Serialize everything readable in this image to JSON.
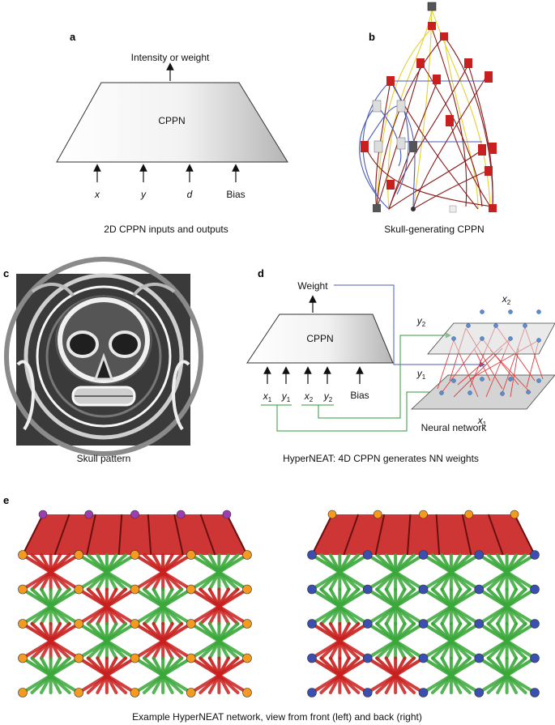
{
  "panel_a": {
    "letter": "a",
    "output_label": "Intensity or weight",
    "box_label": "CPPN",
    "inputs": [
      "x",
      "y",
      "d",
      "Bias"
    ],
    "caption": "2D CPPN inputs and outputs"
  },
  "panel_b": {
    "letter": "b",
    "caption": "Skull-generating CPPN"
  },
  "panel_c": {
    "letter": "c",
    "caption": "Skull pattern"
  },
  "panel_d": {
    "letter": "d",
    "output_label": "Weight",
    "box_label": "CPPN",
    "inputs": [
      {
        "base": "x",
        "sub": "1"
      },
      {
        "base": "y",
        "sub": "1"
      },
      {
        "base": "x",
        "sub": "2"
      },
      {
        "base": "y",
        "sub": "2"
      }
    ],
    "bias_label": "Bias",
    "layer_top_x": {
      "base": "x",
      "sub": "2"
    },
    "layer_top_y": {
      "base": "y",
      "sub": "2"
    },
    "layer_bottom_y": {
      "base": "y",
      "sub": "1"
    },
    "layer_bottom_x": {
      "base": "x",
      "sub": "1"
    },
    "network_label": "Neural network",
    "caption": "HyperNEAT: 4D CPPN generates NN weights"
  },
  "panel_e": {
    "letter": "e",
    "caption": "Example HyperNEAT network, view from front (left) and back (right)"
  },
  "colors": {
    "cppn_gray": "#b8b8b8",
    "edge_red": "#c8201e",
    "edge_green": "#3aa83a",
    "node_orange": "#f39a1f",
    "node_blue": "#3a4fb0",
    "node_purple": "#9b3fb0",
    "link_blue": "#4a5bb8",
    "link_green": "#2f9a3a",
    "link_yellow": "#e5d030",
    "link_darkred": "#8a1a1a"
  }
}
